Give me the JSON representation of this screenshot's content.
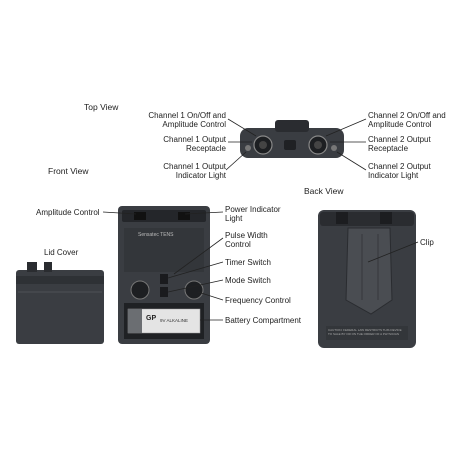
{
  "sections": {
    "top_view": "Top View",
    "front_view": "Front View",
    "back_view": "Back View"
  },
  "top_view_labels": {
    "ch1_onoff": [
      "Channel 1 On/Off and",
      "Amplitude Control"
    ],
    "ch1_receptacle": [
      "Channel 1 Output",
      "Receptacle"
    ],
    "ch1_indicator": [
      "Channel 1 Output",
      "Indicator Light"
    ],
    "ch2_onoff": [
      "Channel 2 On/Off and",
      "Amplitude Control"
    ],
    "ch2_receptacle": [
      "Channel 2 Output",
      "Receptacle"
    ],
    "ch2_indicator": [
      "Channel 2 Output",
      "Indicator Light"
    ]
  },
  "front_labels": {
    "amplitude": "Amplitude Control",
    "lid_cover": "Lid Cover",
    "power_indicator": [
      "Power Indicator",
      "Light"
    ],
    "pulse_width": [
      "Pulse Width",
      "Control"
    ],
    "timer": "Timer Switch",
    "mode": "Mode Switch",
    "frequency": "Frequency Control",
    "battery": "Battery Compartment"
  },
  "back_labels": {
    "clip": "Clip"
  },
  "device_text": {
    "brand": "Sensatec TENS",
    "battery_brand": "GP",
    "battery_text": "9V ALKALINE",
    "back_caution": "CAUTION: FEDERAL LAW RESTRICTS THIS DEVICE TO SALE BY OR ON THE ORDER OF A PHYSICIAN"
  },
  "colors": {
    "device": "#3a3d42",
    "device_dark": "#24262a",
    "device_light": "#5a5e63",
    "line": "#222222"
  }
}
